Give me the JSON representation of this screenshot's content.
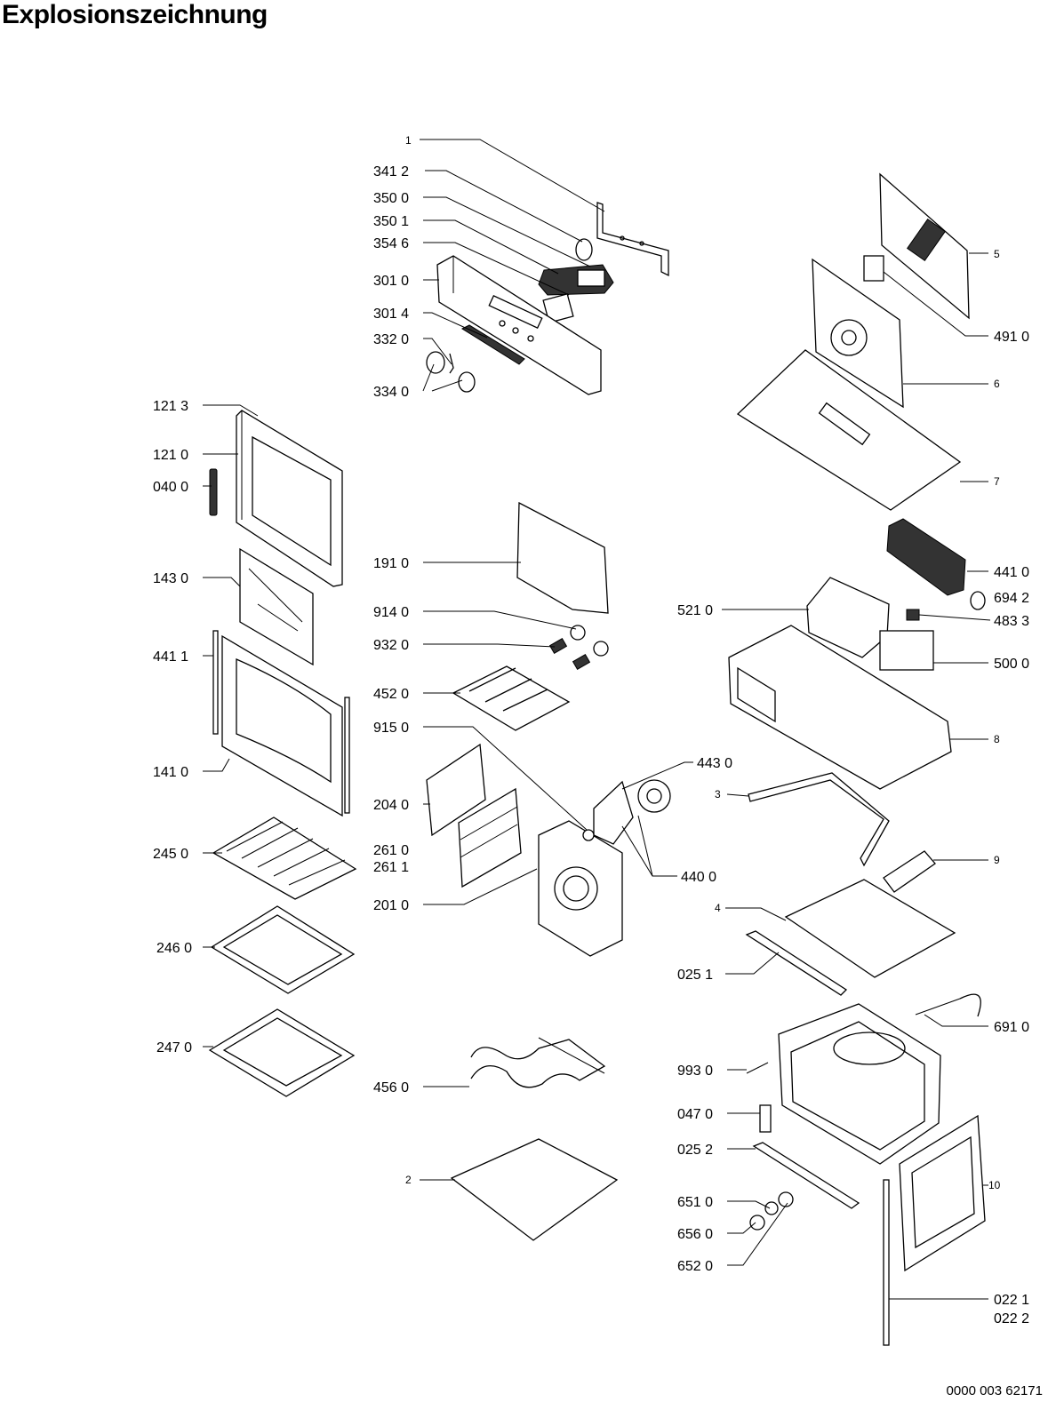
{
  "title": "Explosionszeichnung",
  "document_number": "0000 003 62171",
  "callouts": [
    "1",
    "341 2",
    "350 0",
    "350 1",
    "354 6",
    "301 0",
    "301 4",
    "332 0",
    "334 0",
    "121 3",
    "121 0",
    "040 0",
    "143 0",
    "441 1",
    "141 0",
    "245 0",
    "246 0",
    "247 0",
    "191 0",
    "914 0",
    "932 0",
    "452 0",
    "915 0",
    "204 0",
    "261 0",
    "261 1",
    "201 0",
    "443 0",
    "440 0",
    "456 0",
    "2",
    "5",
    "491 0",
    "6",
    "7",
    "441 0",
    "694 2",
    "521 0",
    "483 3",
    "500 0",
    "8",
    "3",
    "9",
    "4",
    "025 1",
    "691 0",
    "993 0",
    "047 0",
    "025 2",
    "10",
    "651 0",
    "656 0",
    "652 0",
    "022 1",
    "022 2"
  ]
}
